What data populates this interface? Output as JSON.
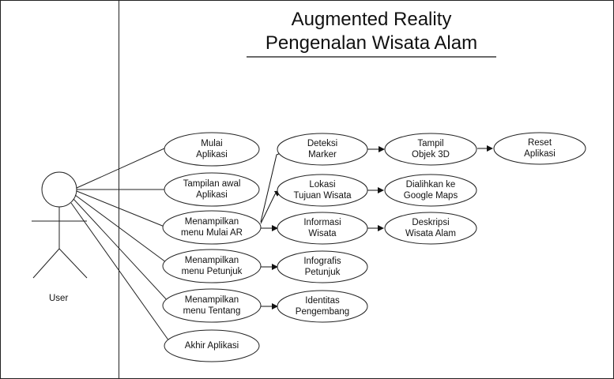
{
  "title": {
    "line1": "Augmented Reality",
    "line2": "Pengenalan Wisata Alam"
  },
  "actor": {
    "label": "User"
  },
  "use_cases": {
    "mulai_aplikasi": "Mulai\nAplikasi",
    "tampilan_awal": "Tampilan awal\nAplikasi",
    "menu_mulai_ar": "Menampilkan\nmenu Mulai AR",
    "menu_petunjuk": "Menampilkan\nmenu Petunjuk",
    "menu_tentang": "Menampilkan\nmenu Tentang",
    "akhir_aplikasi": "Akhir Aplikasi",
    "deteksi_marker": "Deteksi\nMarker",
    "lokasi_tujuan": "Lokasi\nTujuan Wisata",
    "informasi_wisata": "Informasi\nWisata",
    "infografis_petunjuk": "Infografis\nPetunjuk",
    "identitas_pengembang": "Identitas\nPengembang",
    "tampil_objek": "Tampil\nObjek 3D",
    "reset_aplikasi": "Reset\nAplikasi",
    "google_maps": "Dialihkan ke\nGoogle Maps",
    "deskripsi_wisata": "Deskripsi\nWisata Alam"
  }
}
